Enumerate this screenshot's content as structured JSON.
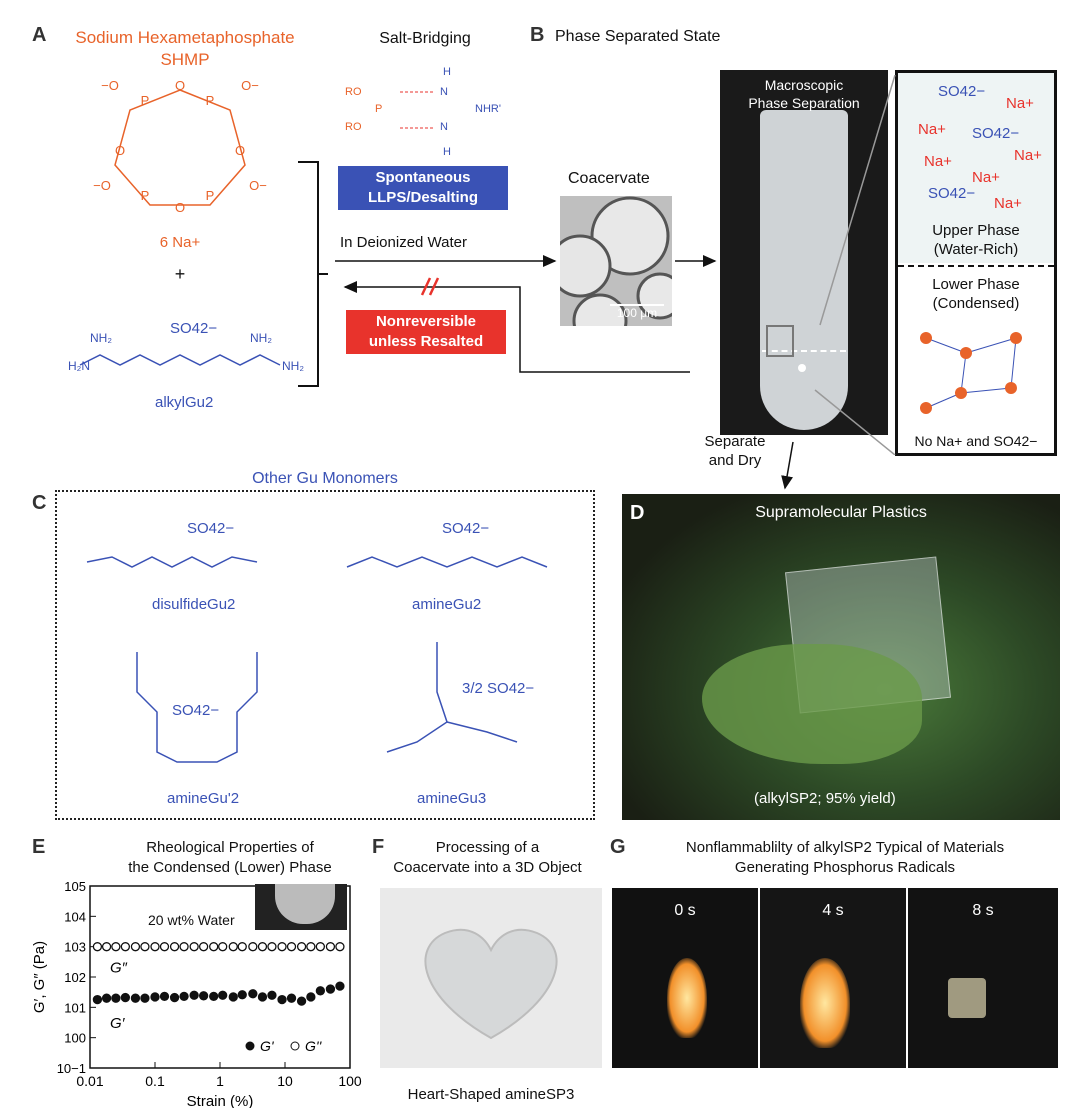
{
  "panels": {
    "A": "A",
    "B": "B",
    "C": "C",
    "D": "D",
    "E": "E",
    "F": "F",
    "G": "G"
  },
  "panelA": {
    "shmp_title_1": "Sodium Hexametaphosphate",
    "shmp_title_2": "SHMP",
    "shmp_counterion": "6 Na+",
    "plus": "+",
    "gu_anion": "SO42−",
    "gu_label": "alkylGu2",
    "salt_bridging": "Salt-Bridging",
    "blue_box_line1": "Spontaneous",
    "blue_box_line2": "LLPS/Desalting",
    "deionized": "In Deionized Water",
    "red_box_line1": "Nonreversible",
    "red_box_line2": "unless Resalted",
    "coacervate": "Coacervate",
    "scale_bar": "100 μm"
  },
  "panelB": {
    "title": "Phase Separated State",
    "macro_1": "Macroscopic",
    "macro_2": "Phase Separation",
    "upper_1": "Upper Phase",
    "upper_2": "(Water-Rich)",
    "lower_1": "Lower Phase",
    "lower_2": "(Condensed)",
    "no_ions": "No Na+ and SO42−",
    "ions": [
      "SO42−",
      "Na+",
      "Na+",
      "SO42−",
      "Na+",
      "Na+",
      "Na+",
      "SO42−",
      "Na+"
    ],
    "separate_1": "Separate",
    "separate_2": "and Dry"
  },
  "panelC": {
    "title": "Other Gu Monomers",
    "m1_label": "disulfideGu2",
    "m2_label": "amineGu2",
    "m3_label": "amineGu'2",
    "m4_label": "amineGu3",
    "m4_anion": "3/2 SO42−",
    "anion": "SO42−"
  },
  "panelD": {
    "title": "Supramolecular Plastics",
    "caption": "(alkylSP2; 95% yield)"
  },
  "panelE": {
    "title_1": "Rheological Properties of",
    "title_2": "the Condensed (Lower) Phase",
    "inset": "20 wt% Water",
    "g2": "G″",
    "g1": "G′",
    "legend_g1": "G'",
    "legend_g2": "G''"
  },
  "panelF": {
    "title_1": "Processing of a",
    "title_2": "Coacervate into a 3D Object",
    "caption": "Heart-Shaped amineSP3"
  },
  "panelG": {
    "title_1": "Nonflammablilty of alkylSP2 Typical of Materials",
    "title_2": "Generating Phosphorus Radicals",
    "times": [
      "0 s",
      "4 s",
      "8 s"
    ]
  },
  "chart_data": {
    "type": "scatter",
    "title": "Rheological Properties of the Condensed (Lower) Phase",
    "xlabel": "Strain (%)",
    "ylabel": "G′, G″ (Pa)",
    "xscale": "log",
    "yscale": "log",
    "xlim": [
      0.01,
      100
    ],
    "ylim": [
      0.1,
      100000
    ],
    "x_ticks": [
      "0.01",
      "0.1",
      "1",
      "10",
      "100"
    ],
    "y_ticks": [
      "10−1",
      "100",
      "101",
      "102",
      "103",
      "104",
      "105"
    ],
    "legend": "bottom-right",
    "series": [
      {
        "name": "G'",
        "marker": "filled",
        "x": [
          0.013,
          0.018,
          0.025,
          0.035,
          0.05,
          0.07,
          0.1,
          0.14,
          0.2,
          0.28,
          0.4,
          0.56,
          0.8,
          1.1,
          1.6,
          2.2,
          3.2,
          4.5,
          6.3,
          9,
          12.6,
          18,
          25,
          35,
          50,
          70
        ],
        "y": [
          18,
          20,
          20,
          21,
          20,
          20,
          22,
          23,
          21,
          23,
          25,
          24,
          23,
          25,
          22,
          26,
          28,
          22,
          25,
          18,
          20,
          16,
          22,
          35,
          40,
          50
        ]
      },
      {
        "name": "G''",
        "marker": "open",
        "x": [
          0.013,
          0.018,
          0.025,
          0.035,
          0.05,
          0.07,
          0.1,
          0.14,
          0.2,
          0.28,
          0.4,
          0.56,
          0.8,
          1.1,
          1.6,
          2.2,
          3.2,
          4.5,
          6.3,
          9,
          12.6,
          18,
          25,
          35,
          50,
          70
        ],
        "y": [
          1000,
          1000,
          1000,
          1000,
          1000,
          1000,
          1000,
          1000,
          1000,
          1000,
          1000,
          1000,
          1000,
          1000,
          1000,
          1000,
          1000,
          1000,
          1000,
          1000,
          1000,
          1000,
          1000,
          1000,
          1000,
          1000
        ]
      }
    ]
  }
}
